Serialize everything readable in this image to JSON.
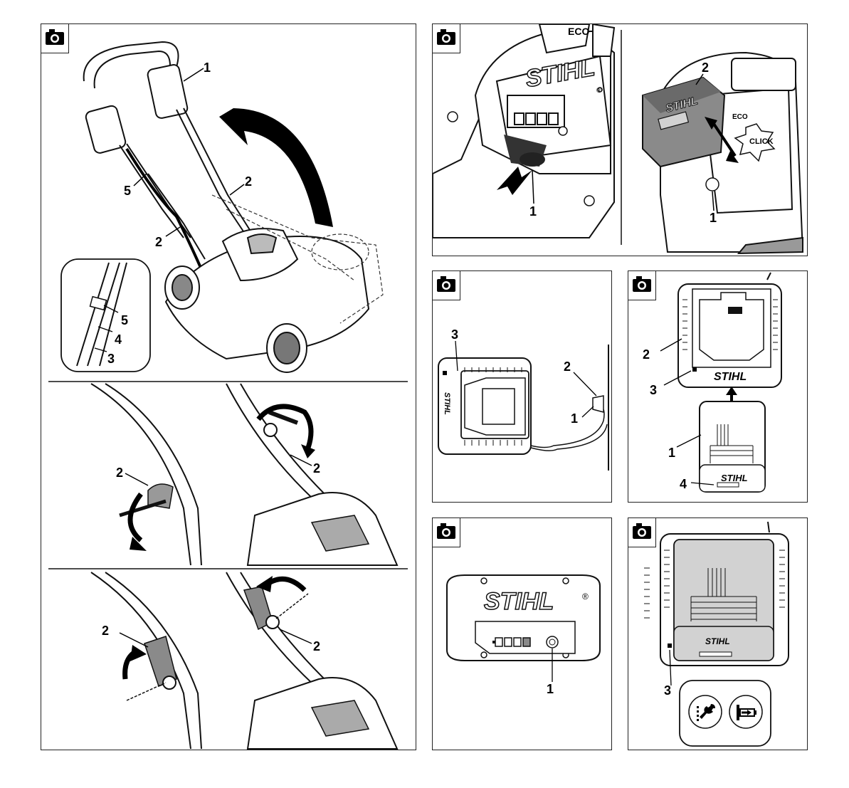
{
  "callouts": {
    "one": "1",
    "two": "2",
    "three": "3",
    "four": "4",
    "five": "5"
  },
  "brand": "STIHL",
  "brand_mark": "®",
  "eco": "ECO",
  "click": "CLICK",
  "icons": {
    "camera": "camera-icon",
    "wrench": "wrench-icon",
    "battery_insert": "battery-insert-icon",
    "power": "power-icon"
  },
  "colors": {
    "line": "#222222",
    "battery_gray": "#d2d2d2",
    "dark_gray": "#8a8a8a"
  }
}
